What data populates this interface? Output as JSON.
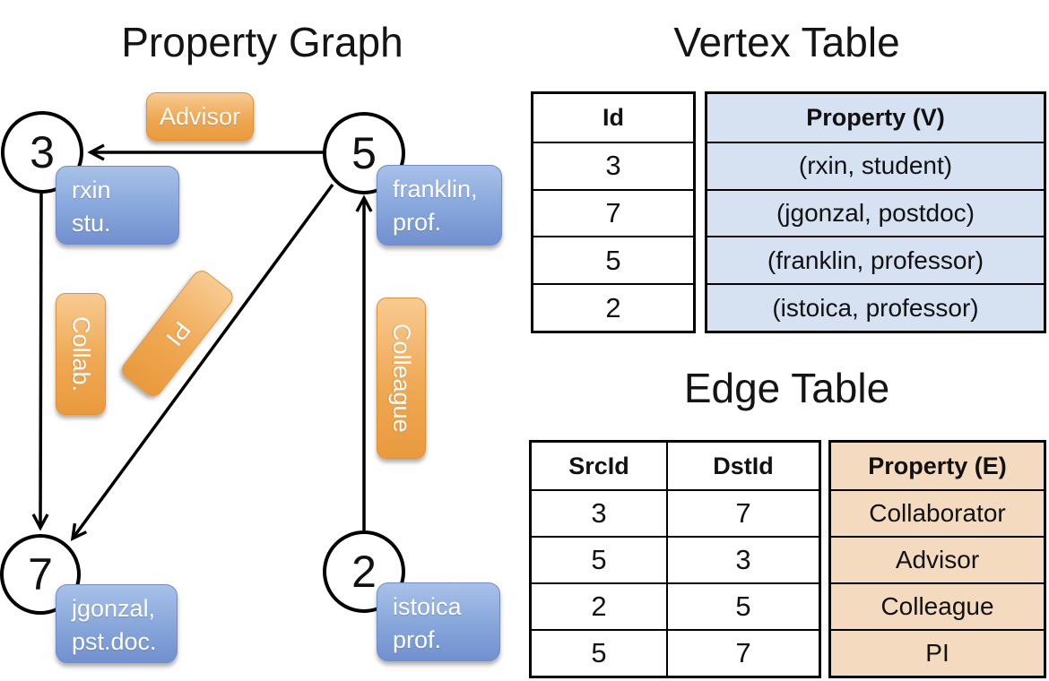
{
  "titles": {
    "graph": "Property Graph",
    "vertex_table": "Vertex Table",
    "edge_table": "Edge Table"
  },
  "graph": {
    "nodes": {
      "n3": {
        "id": "3",
        "line1": "rxin",
        "line2": "stu."
      },
      "n5": {
        "id": "5",
        "line1": "franklin,",
        "line2": "prof."
      },
      "n7": {
        "id": "7",
        "line1": "jgonzal,",
        "line2": "pst.doc."
      },
      "n2": {
        "id": "2",
        "line1": "istoica",
        "line2": "prof."
      }
    },
    "edge_labels": {
      "advisor": "Advisor",
      "collab": "Collab.",
      "pi": "PI",
      "colleague": "Colleague"
    },
    "arrows": [
      {
        "from": "5",
        "to": "3",
        "label": "Advisor"
      },
      {
        "from": "3",
        "to": "7",
        "label": "Collab."
      },
      {
        "from": "5",
        "to": "7",
        "label": "PI"
      },
      {
        "from": "2",
        "to": "5",
        "label": "Colleague"
      }
    ]
  },
  "vertex_table": {
    "col_id": "Id",
    "col_prop": "Property (V)",
    "rows": [
      {
        "id": "3",
        "prop": "(rxin, student)"
      },
      {
        "id": "7",
        "prop": "(jgonzal, postdoc)"
      },
      {
        "id": "5",
        "prop": "(franklin, professor)"
      },
      {
        "id": "2",
        "prop": "(istoica, professor)"
      }
    ]
  },
  "edge_table": {
    "col_src": "SrcId",
    "col_dst": "DstId",
    "col_prop": "Property (E)",
    "rows": [
      {
        "src": "3",
        "dst": "7",
        "prop": "Collaborator"
      },
      {
        "src": "5",
        "dst": "3",
        "prop": "Advisor"
      },
      {
        "src": "2",
        "dst": "5",
        "prop": "Colleague"
      },
      {
        "src": "5",
        "dst": "7",
        "prop": "PI"
      }
    ]
  },
  "colors": {
    "edge_accent": "#eda44d",
    "vertex_accent": "#7e9cd6",
    "edge_table_fill": "#f4dabf",
    "vertex_table_fill": "#d6e1f2",
    "line_color": "#000000"
  }
}
